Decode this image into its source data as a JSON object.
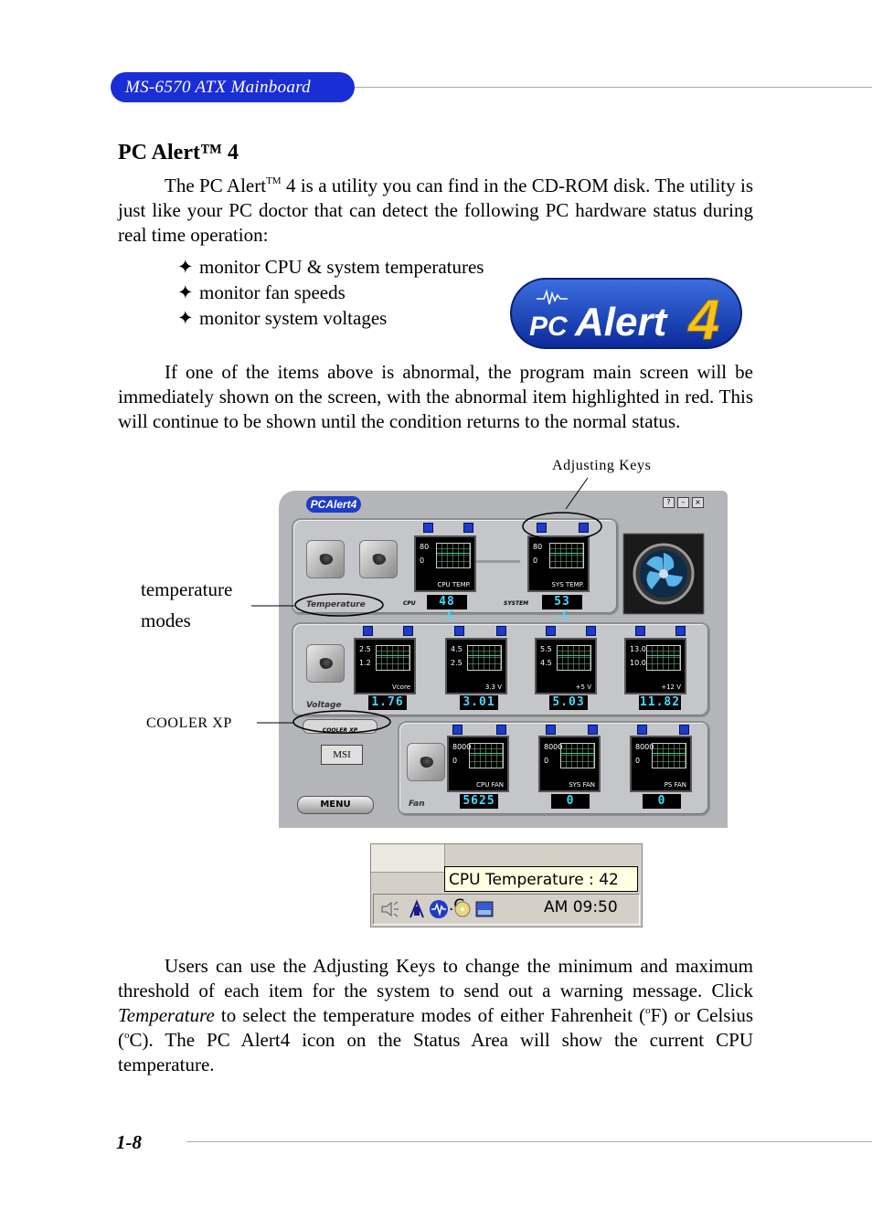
{
  "header": {
    "title": "MS-6570 ATX Mainboard"
  },
  "section": {
    "title": "PC Alert™ 4",
    "intro_pre": "The PC Alert",
    "intro_tm": "TM",
    "intro_post": " 4 is a utility you can find in the CD-ROM disk. The utility is  just like your PC doctor that can detect the following PC hardware status during real time operation:",
    "bullets": [
      "monitor CPU & system temperatures",
      "monitor fan speeds",
      "monitor system voltages"
    ],
    "bullet_symbol": "✦",
    "logo_text_pc": "PC",
    "logo_text_alert": "Alert",
    "logo_text_num": "4",
    "paragraph2": "If one of the items above is abnormal, the program main screen will be immediately shown on the screen, with the abnormal item highlighted in red. This will continue to be shown until the condition returns to the normal status.",
    "p3_a": "Users can use the Adjusting Keys to change the minimum and maximum threshold of each item for the system to send out a warning message.  Click ",
    "p3_em": "Temperature",
    "p3_b": " to select the temperature modes of either Fahrenheit (",
    "p3_deg1": "o",
    "p3_c": "F) or Celsius (",
    "p3_deg2": "o",
    "p3_d": "C).  The PC Alert4 icon on the Status Area will show the current CPU temperature."
  },
  "callouts": {
    "adjusting_keys": "Adjusting Keys",
    "temperature_modes_1": "temperature",
    "temperature_modes_2": "modes",
    "cooler_xp": "COOLER XP"
  },
  "app": {
    "logo": "PCAlert4",
    "temperature": {
      "label": "Temperature",
      "cpu_label": "CPU",
      "system_label": "SYSTEM",
      "monitors": [
        {
          "hi": "80",
          "lo": "0",
          "name": "CPU TEMP.",
          "reading": "48 .C"
        },
        {
          "hi": "80",
          "lo": "0",
          "name": "SYS TEMP.",
          "reading": "53 .C"
        }
      ]
    },
    "voltage": {
      "label": "Voltage",
      "monitors": [
        {
          "hi": "2.5",
          "lo": "1.2",
          "name": "Vcore",
          "reading": "1.76"
        },
        {
          "hi": "4.5",
          "lo": "2.5",
          "name": "3.3 V",
          "reading": "3.01"
        },
        {
          "hi": "5.5",
          "lo": "4.5",
          "name": "+5 V",
          "reading": "5.03"
        },
        {
          "hi": "13.0",
          "lo": "10.0",
          "name": "+12 V",
          "reading": "11.82"
        }
      ]
    },
    "fan": {
      "label": "Fan",
      "cooler_button": "COOLER XP",
      "msi": "MSI",
      "menu": "MENU",
      "monitors": [
        {
          "hi": "8000",
          "lo": "0",
          "name": "CPU FAN",
          "reading": "5625"
        },
        {
          "hi": "8000",
          "lo": "0",
          "name": "SYS FAN",
          "reading": "0"
        },
        {
          "hi": "8000",
          "lo": "0",
          "name": "PS FAN",
          "reading": "0"
        }
      ]
    },
    "window_buttons": [
      "?",
      "–",
      "×"
    ]
  },
  "tray": {
    "tooltip": "CPU Temperature : 42 .C",
    "clock": "AM 09:50"
  },
  "footer": {
    "page_number": "1-8"
  },
  "colors": {
    "header_pill": "#1a2ed6",
    "readout_text": "#45d9ff",
    "key_blue": "#1f3cc8"
  }
}
